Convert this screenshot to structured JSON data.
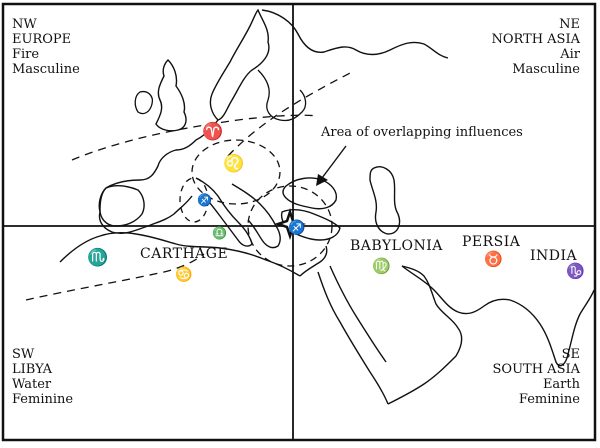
{
  "quadrants": {
    "nw": {
      "direction": "NW",
      "region": "EUROPE",
      "element": "Fire",
      "gender": "Masculine"
    },
    "ne": {
      "direction": "NE",
      "region": "NORTH ASIA",
      "element": "Air",
      "gender": "Masculine"
    },
    "sw": {
      "direction": "SW",
      "region": "LIBYA",
      "element": "Water",
      "gender": "Feminine"
    },
    "se": {
      "direction": "SE",
      "region": "SOUTH ASIA",
      "element": "Earth",
      "gender": "Feminine"
    }
  },
  "places": {
    "carthage": "CARTHAGE",
    "babylonia": "BABYLONIA",
    "persia": "PERSIA",
    "india": "INDIA"
  },
  "annotation": "Area of overlapping influences",
  "signs": {
    "aries": "♈",
    "leo": "♌",
    "scorpio": "♏",
    "cancer": "♋",
    "virgo": "♍",
    "taurus": "♉",
    "capricorn": "♑",
    "sagittarius": "♐",
    "libra": "♎",
    "sag_small": "♐"
  },
  "style": {
    "ink_color": "#111111",
    "paper_color": "#ffffff"
  }
}
